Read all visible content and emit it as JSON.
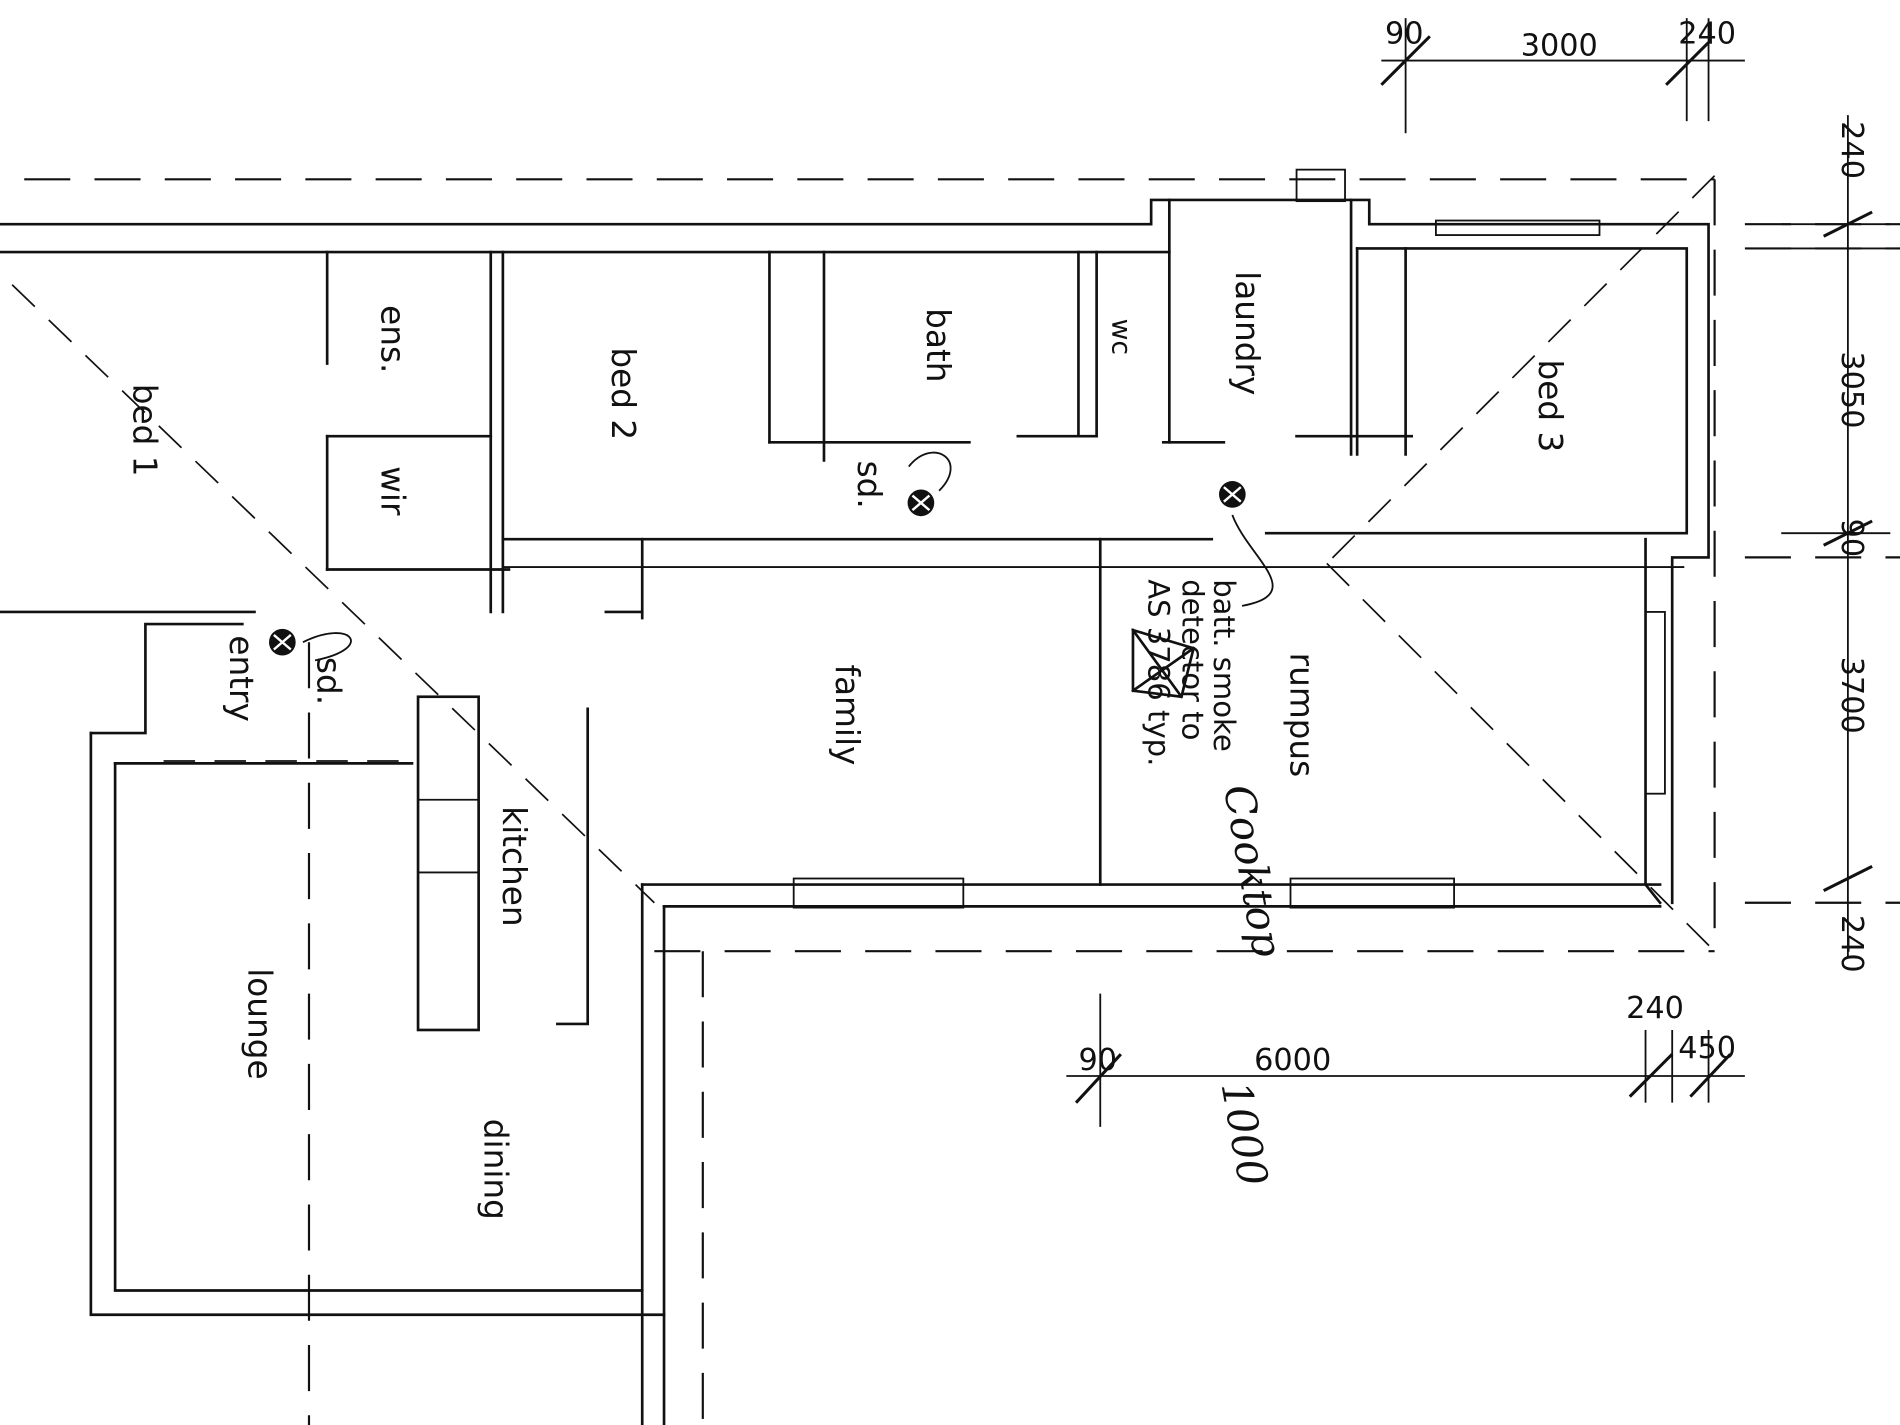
{
  "rooms": {
    "bed1": "bed 1",
    "ens": "ens.",
    "wir": "wir",
    "bed2": "bed 2",
    "bath": "bath",
    "wc": "wc",
    "laundry": "laundry",
    "bed3": "bed 3",
    "entry": "entry",
    "family": "family",
    "rumpus": "rumpus",
    "kitchen": "kitchen",
    "lounge": "lounge",
    "dining": "dining"
  },
  "smoke_detectors": {
    "entry_label": "sd.",
    "bath_label": "sd."
  },
  "note": {
    "line1": "batt. smoke",
    "line2": "detector to",
    "line3": "AS 3786 typ."
  },
  "handwritten": {
    "line1": "Cooktop",
    "line2": "1000"
  },
  "dimensions": {
    "top": [
      "90",
      "3000",
      "240"
    ],
    "right": [
      "240",
      "3050",
      "90",
      "3700",
      "240"
    ],
    "bottom": [
      "90",
      "6000",
      "240",
      "450"
    ]
  }
}
